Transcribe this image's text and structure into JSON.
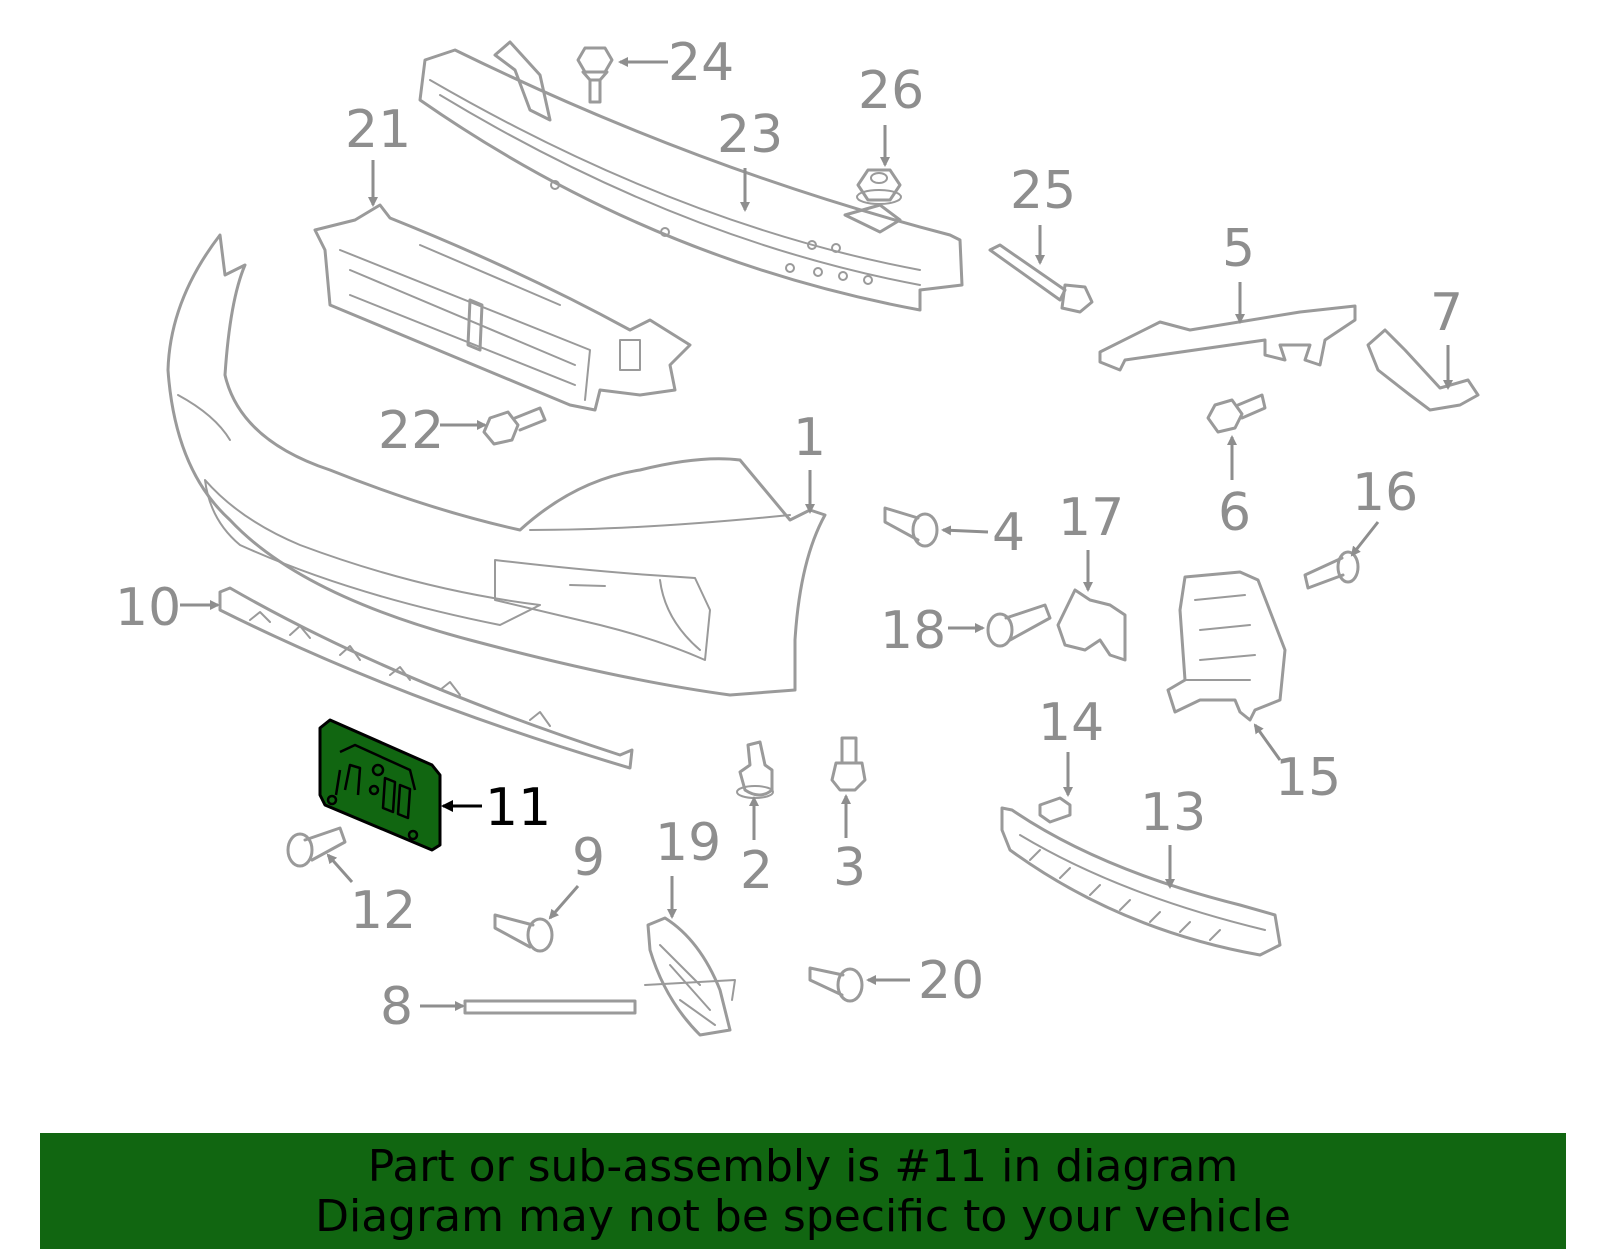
{
  "diagram": {
    "highlight_color": "#116611",
    "line_color": "#9a9a9a",
    "callouts": {
      "c1": "1",
      "c2": "2",
      "c3": "3",
      "c4": "4",
      "c5": "5",
      "c6": "6",
      "c7": "7",
      "c8": "8",
      "c9": "9",
      "c10": "10",
      "c11": "11",
      "c12": "12",
      "c13": "13",
      "c14": "14",
      "c15": "15",
      "c16": "16",
      "c17": "17",
      "c18": "18",
      "c19": "19",
      "c20": "20",
      "c21": "21",
      "c22": "22",
      "c23": "23",
      "c24": "24",
      "c25": "25",
      "c26": "26"
    },
    "highlighted_part": "11"
  },
  "banner": {
    "line1": "Part or sub-assembly is #11 in diagram",
    "line2": "Diagram may not be specific to your vehicle",
    "background": "#116611"
  }
}
